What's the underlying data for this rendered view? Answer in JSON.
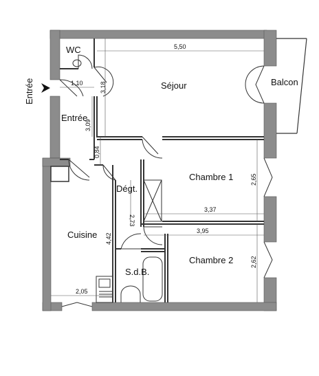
{
  "rooms": {
    "wc": "WC",
    "entree": "Entrée",
    "sejour": "Séjour",
    "balcon": "Balcon",
    "chambre1": "Chambre 1",
    "chambre2": "Chambre 2",
    "degt": "Dégt.",
    "cuisine": "Cuisine",
    "sdb": "S.d.B."
  },
  "entrance_label": "Entrée",
  "dimensions": {
    "sejour_width": "5,50",
    "entree_width": "1,10",
    "sejour_depth_left": "3,18",
    "entree_depth": "3,09",
    "degt_top": "0,84",
    "chambre1_depth": "2,65",
    "chambre1_width": "3,37",
    "degt_depth": "2,73",
    "chambre2_width": "3,95",
    "cuisine_depth": "4,42",
    "chambre2_depth": "2,62",
    "cuisine_width": "2,05"
  }
}
